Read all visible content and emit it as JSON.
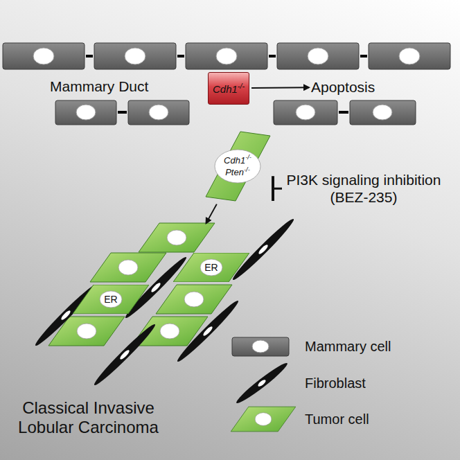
{
  "diagram": {
    "nodes": [
      {
        "text": [
          "Cdh1",
          "-/-"
        ]
      },
      {
        "text": [
          "Apoptosis"
        ]
      },
      {
        "text": [
          "Cdh1",
          "-/-",
          "Pten",
          "-/-"
        ]
      },
      {
        "text": [
          "PI3K signaling inhibition (BEZ-235)"
        ]
      },
      {
        "text": [
          "Classical Invasive Lobular Carcinoma"
        ]
      },
      {
        "text": [
          "ER"
        ],
        "in": 4
      },
      {
        "text": [
          "ER"
        ],
        "in": 4
      }
    ],
    "edges": [
      {
        "from": 0,
        "to": 1,
        "arrow": "to"
      },
      {
        "from": 3,
        "to": 2,
        "arrow": "to"
      },
      {
        "from": 2,
        "to": 4,
        "arrow": "to"
      }
    ],
    "labels": [
      "Mammary Duct"
    ],
    "legend": [
      {
        "text": "Mammary cell"
      },
      {
        "text": "Fibroblast"
      },
      {
        "text": "Tumor cell"
      }
    ]
  }
}
